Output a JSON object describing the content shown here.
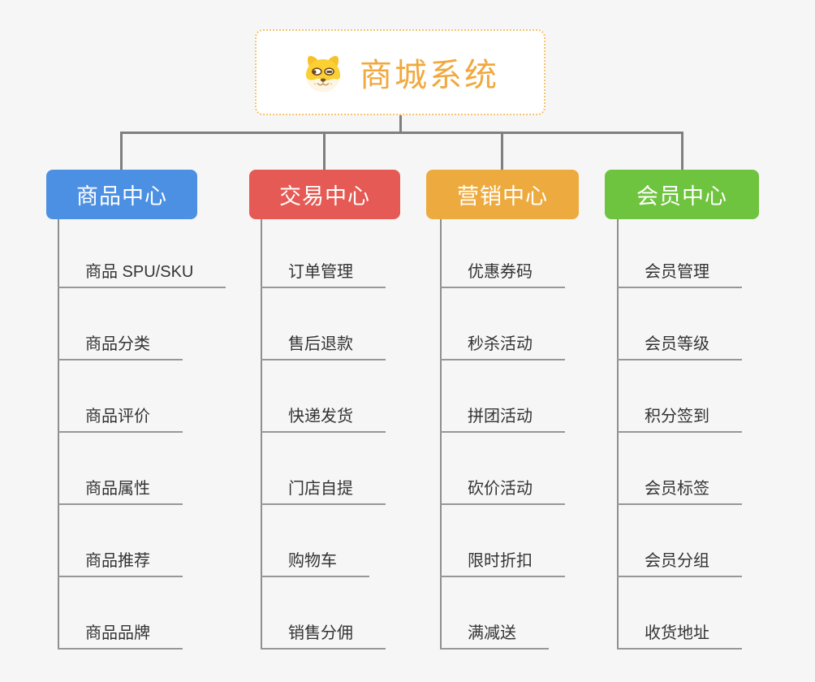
{
  "root": {
    "label": "商城系统",
    "icon": "doge-icon"
  },
  "branches": [
    {
      "label": "商品中心",
      "color": "#4b90e2",
      "items": [
        "商品 SPU/SKU",
        "商品分类",
        "商品评价",
        "商品属性",
        "商品推荐",
        "商品品牌"
      ]
    },
    {
      "label": "交易中心",
      "color": "#e55a54",
      "items": [
        "订单管理",
        "售后退款",
        "快递发货",
        "门店自提",
        "购物车",
        "销售分佣"
      ]
    },
    {
      "label": "营销中心",
      "color": "#edab3f",
      "items": [
        "优惠券码",
        "秒杀活动",
        "拼团活动",
        "砍价活动",
        "限时折扣",
        "满减送"
      ]
    },
    {
      "label": "会员中心",
      "color": "#6fc43f",
      "items": [
        "会员管理",
        "会员等级",
        "积分签到",
        "会员标签",
        "会员分组",
        "收货地址"
      ]
    }
  ],
  "colors": {
    "background": "#f6f6f6",
    "connector": "#7f7f7f",
    "trunk": "#8f8f8f",
    "underline": "#979797",
    "leaf_text": "#333333",
    "branch_text": "#ffffff",
    "root_text": "#f1a83e",
    "root_border": "#f3c371",
    "root_bg": "#ffffff"
  }
}
